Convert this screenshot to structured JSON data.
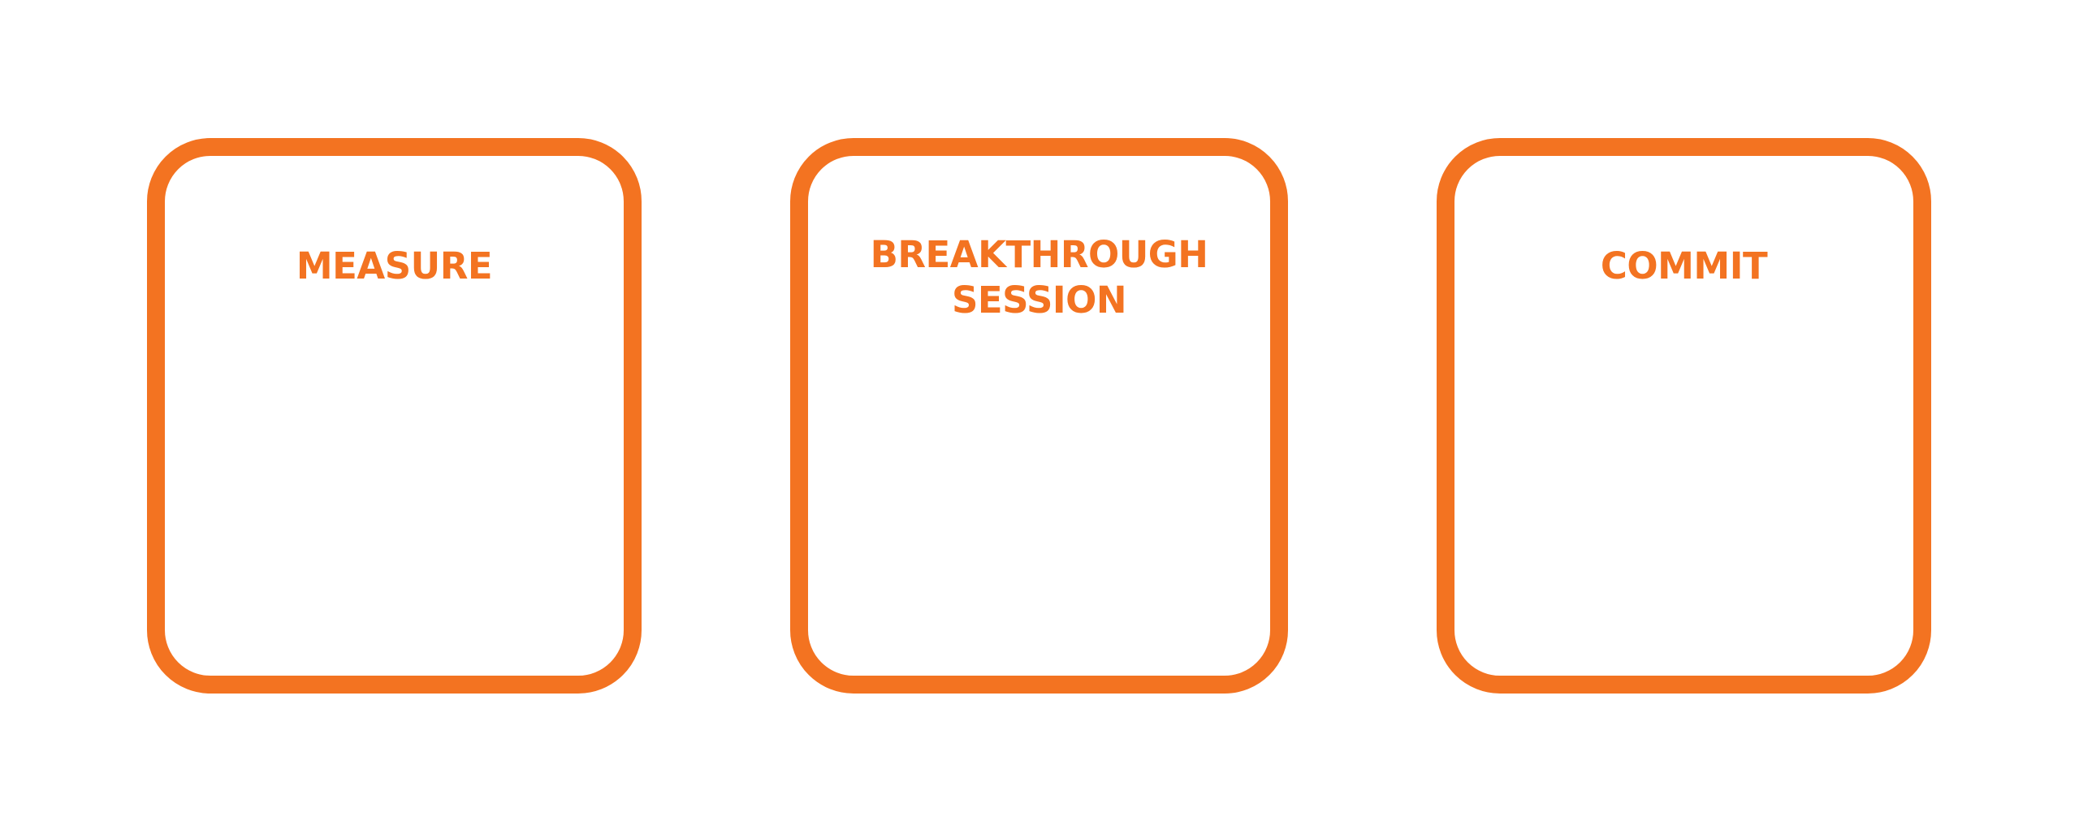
{
  "accent_color": "#F37321",
  "cards": [
    {
      "title": "MEASURE"
    },
    {
      "title_line1": "BREAKTHROUGH",
      "title_line2": "SESSION"
    },
    {
      "title": "COMMIT"
    }
  ]
}
